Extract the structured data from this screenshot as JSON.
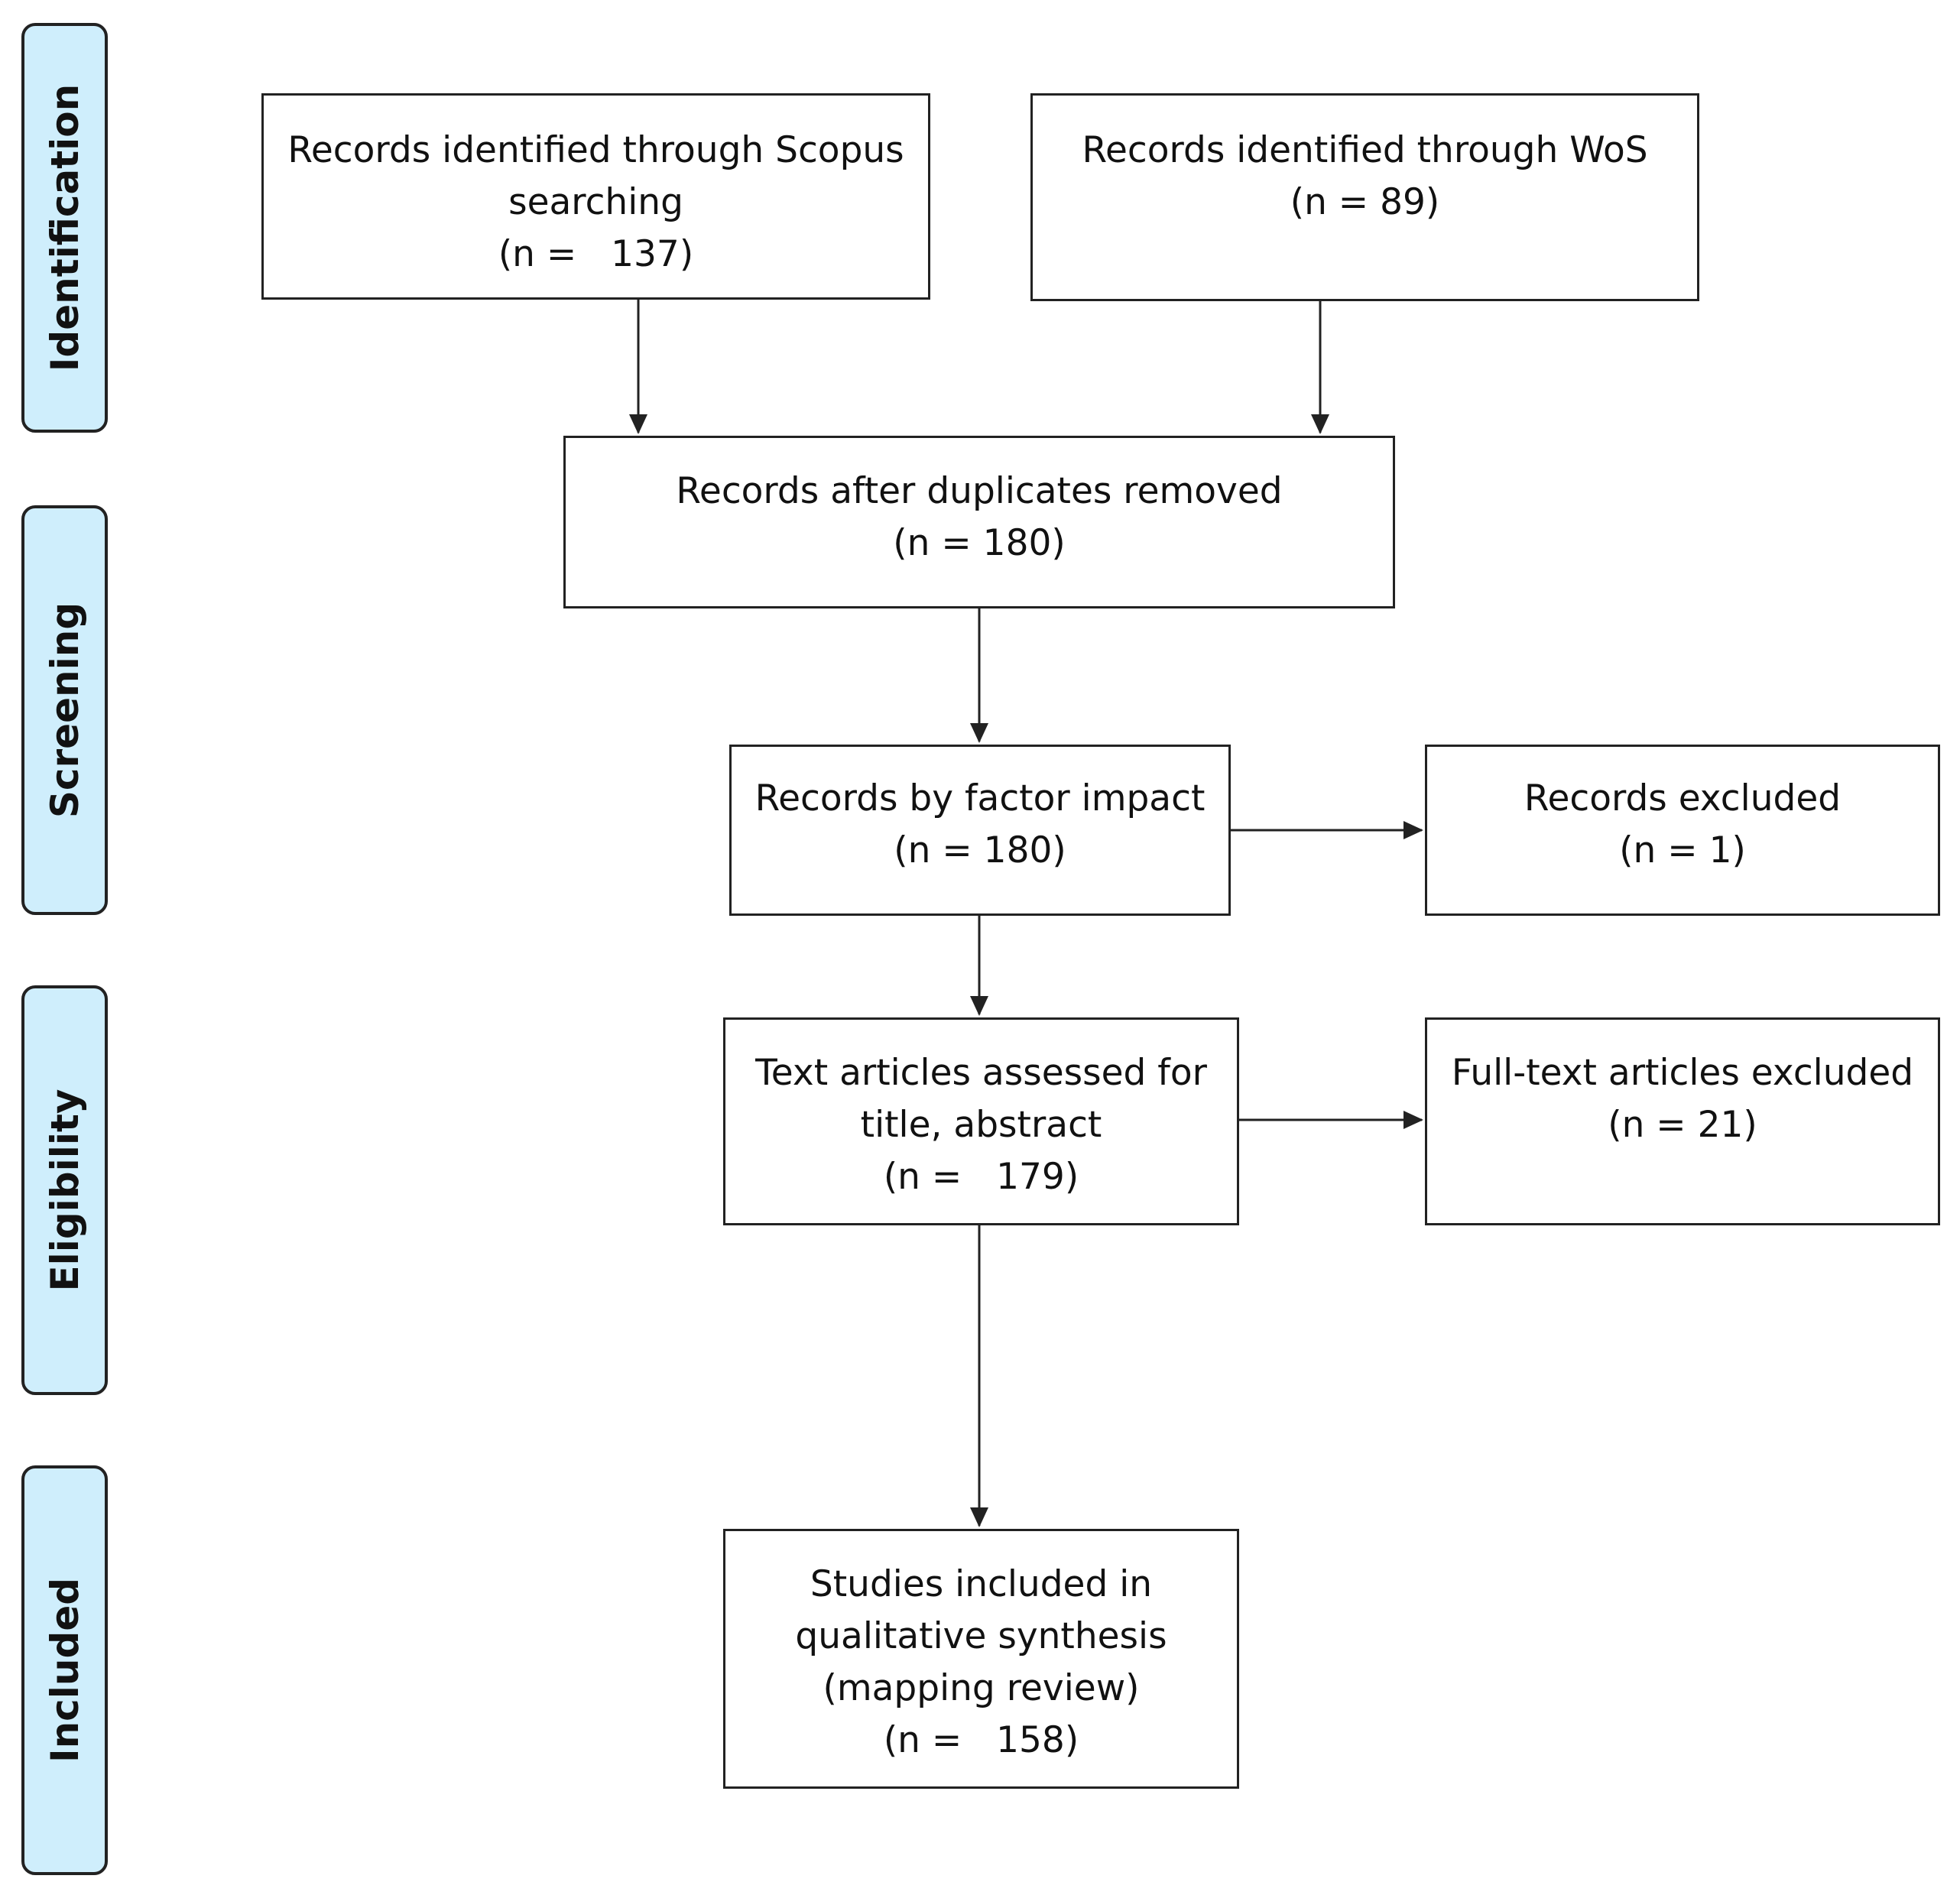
{
  "phases": {
    "identification": "Identification",
    "screening": "Screening",
    "eligibility": "Eligibility",
    "included": "Included"
  },
  "boxes": {
    "scopus": {
      "lines": [
        "Records identified through Scopus",
        "searching",
        "(n =   137)"
      ]
    },
    "wos": {
      "lines": [
        "Records identified through WoS",
        "(n = 89)"
      ]
    },
    "dedup": {
      "lines": [
        "Records after duplicates removed",
        "(n = 180)"
      ]
    },
    "factor": {
      "lines": [
        "Records by factor impact",
        "(n = 180)"
      ]
    },
    "excl1": {
      "lines": [
        "Records excluded",
        "(n = 1)"
      ]
    },
    "text": {
      "lines": [
        "Text articles assessed for",
        "title, abstract",
        "(n =   179)"
      ]
    },
    "excl2": {
      "lines": [
        "Full-text articles excluded",
        "(n = 21)"
      ]
    },
    "included": {
      "lines": [
        "Studies included in",
        "qualitative synthesis",
        "(mapping review)",
        "(n =   158)"
      ]
    }
  },
  "colors": {
    "phase_fill": "#cfeefc",
    "stroke": "#222222"
  }
}
